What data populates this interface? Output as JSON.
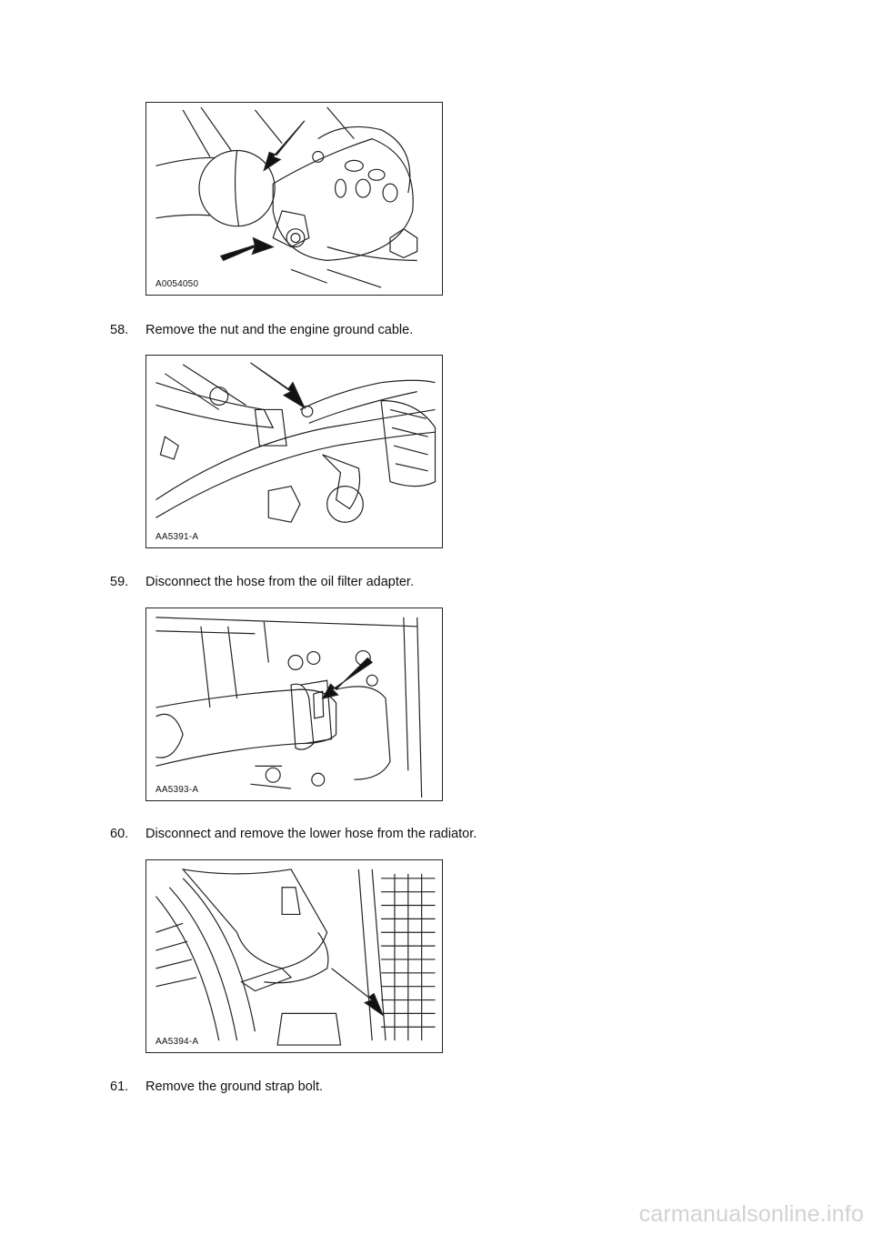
{
  "figures": [
    {
      "code": "A0054050"
    },
    {
      "code": "AA5391-A"
    },
    {
      "code": "AA5393-A"
    },
    {
      "code": "AA5394-A"
    }
  ],
  "steps": [
    {
      "number": "58.",
      "text": "Remove the nut and the engine ground cable."
    },
    {
      "number": "59.",
      "text": "Disconnect the hose from the oil filter adapter."
    },
    {
      "number": "60.",
      "text": "Disconnect and remove the lower hose from the radiator."
    },
    {
      "number": "61.",
      "text": "Remove the ground strap bolt."
    }
  ],
  "watermark": "carmanualsonline.info"
}
